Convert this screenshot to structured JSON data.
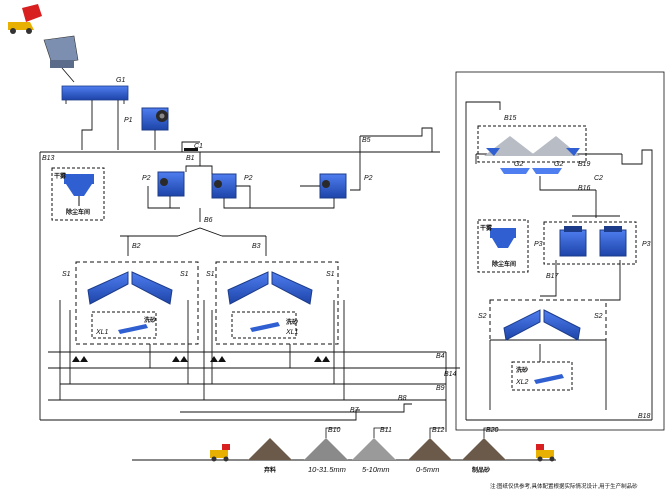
{
  "diagram": {
    "equipment_labels": {
      "feeder": "G1",
      "jaw_crusher": "P1",
      "impact_crusher_left": "P2",
      "impact_crusher_mid": "P2",
      "impact_crusher_right": "P2",
      "screen_s1_a": "S1",
      "screen_s1_b": "S1",
      "screen_s1_c": "S1",
      "screen_s1_d": "S1",
      "screen_s2_a": "S2",
      "screen_s2_b": "S2",
      "cone_p3_left": "P3",
      "cone_p3_right": "P3",
      "feeder_g2_left": "G2",
      "feeder_g2_right": "G2",
      "washer_xl1_left": "XL1",
      "washer_xl1_right": "XL1",
      "washer_xl2": "XL2"
    },
    "belt_labels": {
      "b1": "B1",
      "c1": "C1",
      "b2": "B2",
      "b3": "B3",
      "b4": "B4",
      "b5": "B5",
      "b6": "B6",
      "b7": "B7",
      "b8": "B8",
      "b9": "B9",
      "b10": "B10",
      "b11": "B11",
      "b12": "B12",
      "b13": "B13",
      "b14": "B14",
      "b15": "B15",
      "b16": "B16",
      "b17": "B17",
      "b18": "B18",
      "b19": "B19",
      "b20": "B20",
      "c2": "C2"
    },
    "dust_collector_left": {
      "title": "干雾",
      "subtitle": "除尘车间"
    },
    "dust_collector_right": {
      "title": "干雾",
      "subtitle": "除尘车间"
    },
    "washer_tag_left": "洗砂",
    "washer_tag_right": "洗砂",
    "washer_tag_xl2": "洗砂",
    "products": {
      "p1": "弃料",
      "p2": "10-31.5mm",
      "p3": "5-10mm",
      "p4": "0-5mm",
      "p5": "制品砂"
    },
    "footnote": "注:图纸仅供参考,具体配置根据实际情况设计,用于生产制品砂"
  },
  "colors": {
    "equipment_blue": "#2f5fd0",
    "equipment_dark": "#1c3c8a",
    "line": "#111111",
    "stockpile": "#6b5a4a"
  }
}
